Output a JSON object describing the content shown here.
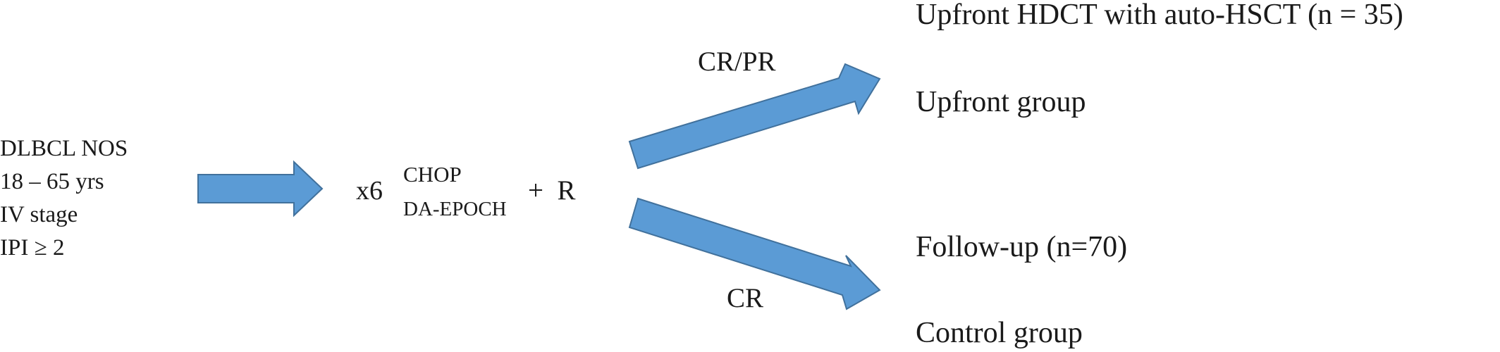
{
  "criteria": [
    "DLBCL NOS",
    "18 – 65 yrs",
    "IV stage",
    "IPI ≥ 2"
  ],
  "regimen": {
    "cycles": "x6",
    "option_a": "CHOP",
    "option_b": "DA-EPOCH",
    "addition": "+  R"
  },
  "branch_upper": {
    "response": "CR/PR",
    "arm": "Upfront HDCT with auto-HSCT (n = 35)",
    "group": "Upfront group"
  },
  "branch_lower": {
    "response": "CR",
    "arm": "Follow-up (n=70)",
    "group": "Control group"
  },
  "colors": {
    "arrow_fill": "#5b9bd5",
    "arrow_stroke": "#41719c",
    "text": "#1a1a1a"
  }
}
